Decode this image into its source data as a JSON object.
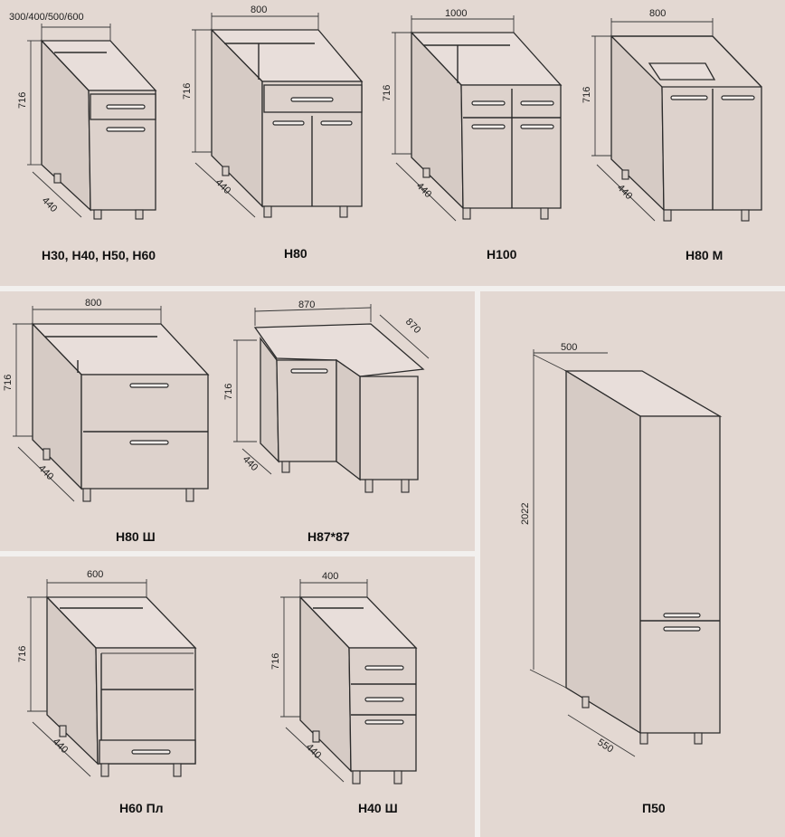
{
  "labels": {
    "n30": "Н30, Н40, Н50, Н60",
    "n80": "Н80",
    "n100": "Н100",
    "n80m": "Н80 М",
    "n80sh": "Н80 Ш",
    "n87": "Н87*87",
    "n60pl": "Н60 Пл",
    "n40sh": "Н40 Ш",
    "p50": "П50"
  },
  "dims": {
    "n30_w": "300/400/500/600",
    "n30_h": "716",
    "n30_d": "440",
    "n80_w": "800",
    "n80_h": "716",
    "n80_d": "440",
    "n100_w": "1000",
    "n100_h": "716",
    "n100_d": "440",
    "n80m_w": "800",
    "n80m_h": "716",
    "n80m_d": "440",
    "n80sh_w": "800",
    "n80sh_h": "716",
    "n80sh_d": "440",
    "n87_w": "870",
    "n87_w2": "870",
    "n87_h": "716",
    "n87_d": "440",
    "n60pl_w": "600",
    "n60pl_h": "716",
    "n60pl_d": "440",
    "n40sh_w": "400",
    "n40sh_h": "716",
    "n40sh_d": "440",
    "p50_w": "500",
    "p50_h": "2022",
    "p50_d": "550"
  },
  "colors": {
    "background": "#e3d8d2",
    "separator": "#f2f0ee",
    "ink": "#2b2b2b"
  }
}
